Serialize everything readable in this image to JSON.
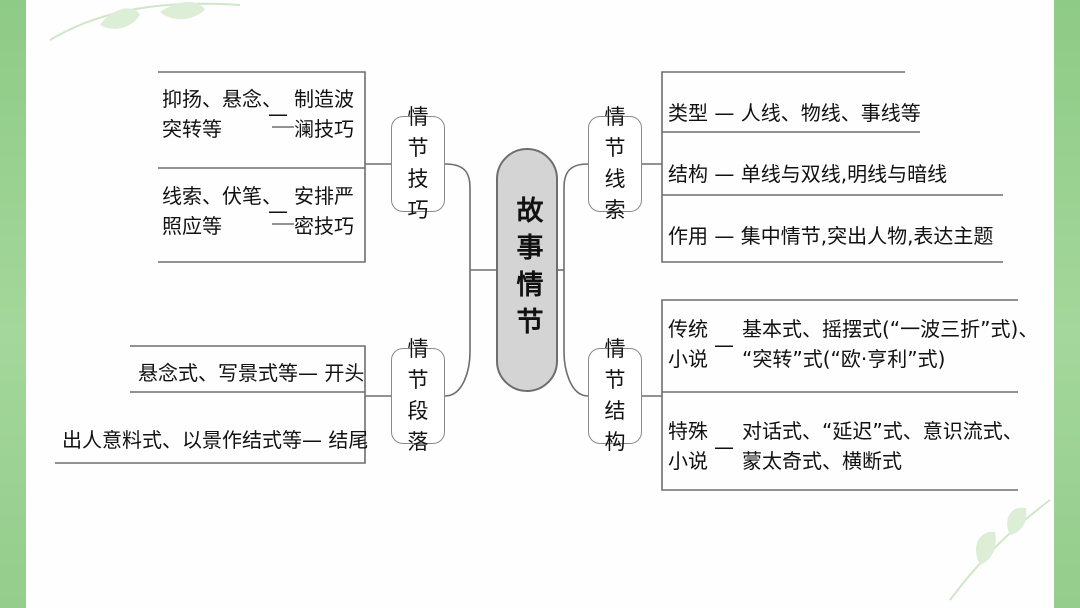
{
  "root": {
    "label": "故事情节"
  },
  "nodes": {
    "skill": "情节\n技巧",
    "clue": "情节\n线索",
    "paragraph": "情节\n段落",
    "structure": "情节\n结构"
  },
  "skill_items": [
    {
      "left": "抑扬、悬念、\n突转等",
      "dash": "—",
      "right": "制造波\n澜技巧"
    },
    {
      "left": "线索、伏笔、\n照应等",
      "dash": "—",
      "right": "安排严\n密技巧"
    }
  ],
  "paragraph_items": [
    "悬念式、写景式等— 开头",
    "出人意料式、以景作结式等— 结尾"
  ],
  "clue_items": [
    "类型 — 人线、物线、事线等",
    "结构 — 单线与双线,明线与暗线",
    "作用 — 集中情节,突出人物,表达主题"
  ],
  "structure_items": [
    {
      "left": "传统\n小说",
      "dash": "—",
      "right": "基本式、摇摆式(“一波三折”式)、\n“突转”式(“欧·亨利”式)"
    },
    {
      "left": "特殊\n小说",
      "dash": "—",
      "right": "对话式、“延迟”式、意识流式、\n蒙太奇式、横断式"
    }
  ],
  "colors": {
    "frame": "#94cd8c",
    "line": "#6e6e6e",
    "root_fill": "#d4d4d4"
  }
}
